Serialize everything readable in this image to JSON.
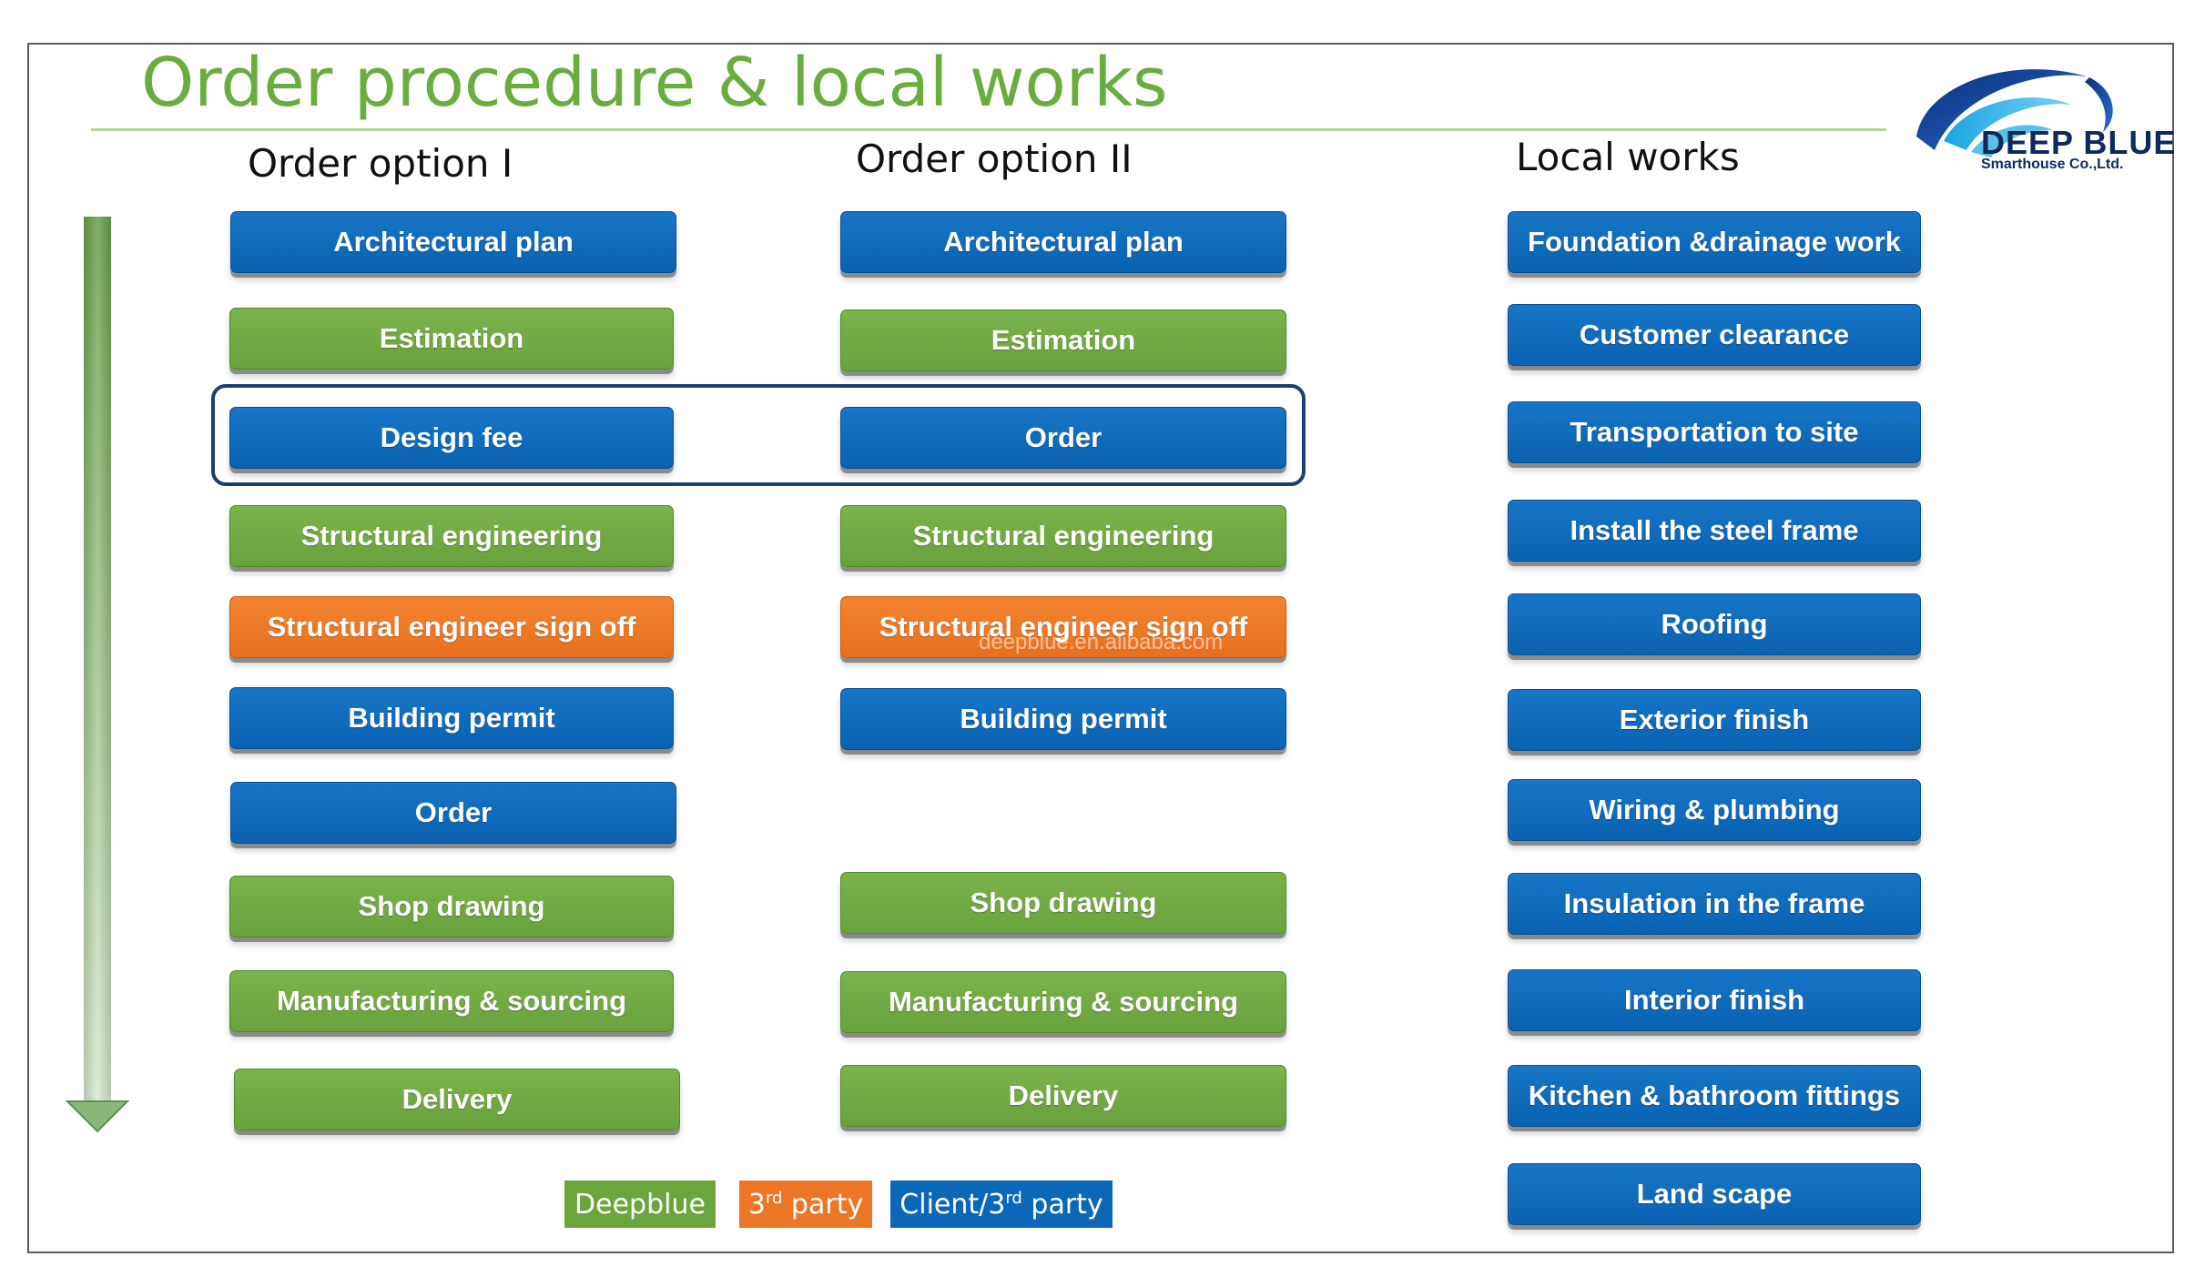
{
  "title": "Order procedure & local works",
  "logo": {
    "main": "DEEP BLUE",
    "sub": "Smarthouse Co.,Ltd."
  },
  "columns": {
    "option1": {
      "heading": "Order  option  I"
    },
    "option2": {
      "heading": "Order  option  II"
    },
    "local": {
      "heading": "Local  works"
    }
  },
  "option1_steps": [
    {
      "label": "Architectural plan",
      "party": "client"
    },
    {
      "label": "Estimation",
      "party": "deepblue"
    },
    {
      "label": "Design fee",
      "party": "client"
    },
    {
      "label": "Structural engineering",
      "party": "deepblue"
    },
    {
      "label": "Structural engineer sign off",
      "party": "third"
    },
    {
      "label": "Building permit",
      "party": "client"
    },
    {
      "label": "Order",
      "party": "client"
    },
    {
      "label": "Shop drawing",
      "party": "deepblue"
    },
    {
      "label": "Manufacturing & sourcing",
      "party": "deepblue"
    },
    {
      "label": "Delivery",
      "party": "deepblue"
    }
  ],
  "option2_steps": [
    {
      "label": "Architectural plan",
      "party": "client"
    },
    {
      "label": "Estimation",
      "party": "deepblue"
    },
    {
      "label": "Order",
      "party": "client"
    },
    {
      "label": "Structural engineering",
      "party": "deepblue"
    },
    {
      "label": "Structural engineer sign off",
      "party": "third"
    },
    {
      "label": "Building permit",
      "party": "client"
    },
    {
      "label": "Shop drawing",
      "party": "deepblue"
    },
    {
      "label": "Manufacturing & sourcing",
      "party": "deepblue"
    },
    {
      "label": "Delivery",
      "party": "deepblue"
    }
  ],
  "local_works": [
    "Foundation &drainage work",
    "Customer clearance",
    "Transportation to site",
    "Install the steel frame",
    "Roofing",
    "Exterior finish",
    "Wiring & plumbing",
    "Insulation in the frame",
    "Interior finish",
    "Kitchen & bathroom fittings",
    "Land scape"
  ],
  "legend": {
    "deepblue": "Deepblue",
    "third_prefix": "3",
    "third_sup": "rd",
    "third_suffix": " party",
    "client_prefix": "Client/3",
    "client_sup": "rd",
    "client_suffix": " party"
  },
  "watermark": "deepblue.en.alibaba.com",
  "colors": {
    "deepblue": "#6aa63c",
    "third": "#ed7626",
    "client": "#0c67b8",
    "title": "#6aad3f",
    "highlight": "#1f3d6e"
  }
}
